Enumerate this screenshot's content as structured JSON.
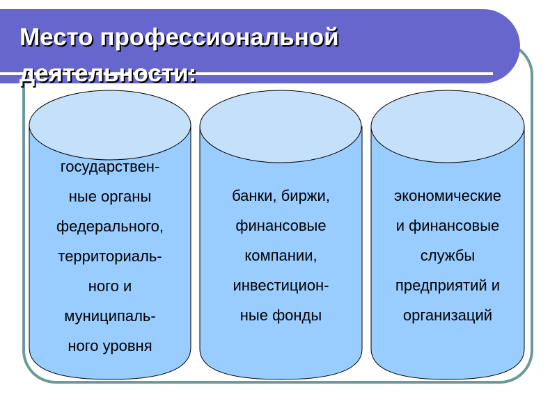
{
  "slide": {
    "title_line_1": "Место профессиональной",
    "title_line_2": "деятельности:",
    "colors": {
      "banner": "#6666cc",
      "frame_border": "#6a9a9a",
      "cylinder_body": "#99ccff",
      "cylinder_top": "#c4e0fa",
      "title_text": "#ffffff"
    }
  },
  "cylinders": [
    {
      "lines": [
        "государствен-",
        "ные органы",
        "федерального,",
        "территориаль-",
        "ного и",
        "муниципаль-",
        "ного уровня"
      ]
    },
    {
      "lines": [
        "банки, биржи,",
        "финансовые",
        "компании,",
        "инвестицион-",
        "ные фонды"
      ]
    },
    {
      "lines": [
        "экономические",
        "и финансовые",
        "службы",
        "предприятий и",
        "организаций"
      ]
    }
  ]
}
